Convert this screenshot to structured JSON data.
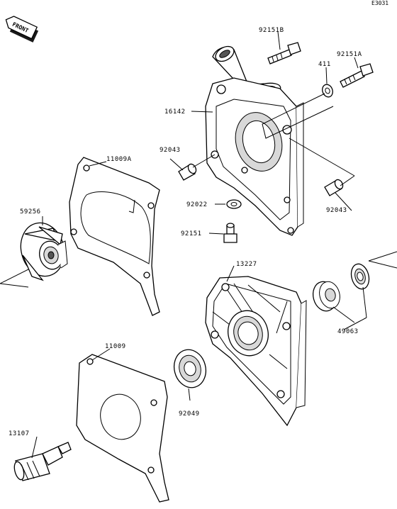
{
  "diagram": {
    "id": "E3031",
    "front_label": "FRONT"
  },
  "parts": [
    {
      "number": "92151B"
    },
    {
      "number": "411"
    },
    {
      "number": "92151A"
    },
    {
      "number": "16142"
    },
    {
      "number": "11009A"
    },
    {
      "number": "92043"
    },
    {
      "number": "92043"
    },
    {
      "number": "92022"
    },
    {
      "number": "59256"
    },
    {
      "number": "92151"
    },
    {
      "number": "13227"
    },
    {
      "number": "49063"
    },
    {
      "number": "11009"
    },
    {
      "number": "92049"
    },
    {
      "number": "13107"
    }
  ]
}
